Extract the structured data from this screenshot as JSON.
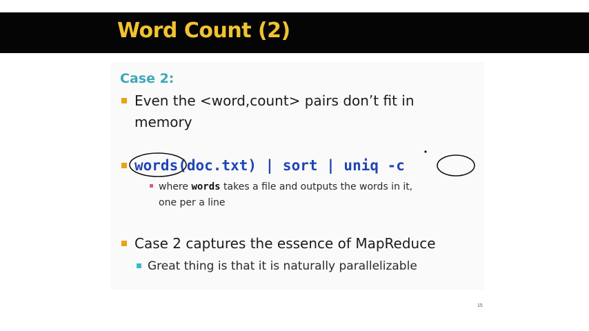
{
  "slide": {
    "title": "Word Count (2)",
    "case_heading": "Case 2:",
    "bullet1": {
      "line1": "Even the <word,count> pairs don’t fit in",
      "line2": "memory"
    },
    "command": "words(doc.txt) | sort | uniq -c",
    "sub_bullet": {
      "line1_prefix": "where ",
      "line1_code": "words",
      "line1_suffix": " takes a file and outputs the words in it,",
      "line2": "one per a line"
    },
    "bullet3": "Case 2 captures the essence of MapReduce",
    "bullet3_sub": "Great thing is that it is naturally parallelizable",
    "page_number": "15"
  },
  "colors": {
    "title": "#f1c232",
    "header_bar": "#050505",
    "case_heading": "#3fa7b7",
    "bullet": "#e8a317",
    "command": "#1f45b5",
    "sub_bullet_red": "#e05a72",
    "sub_bullet_teal": "#3fb7c8"
  }
}
